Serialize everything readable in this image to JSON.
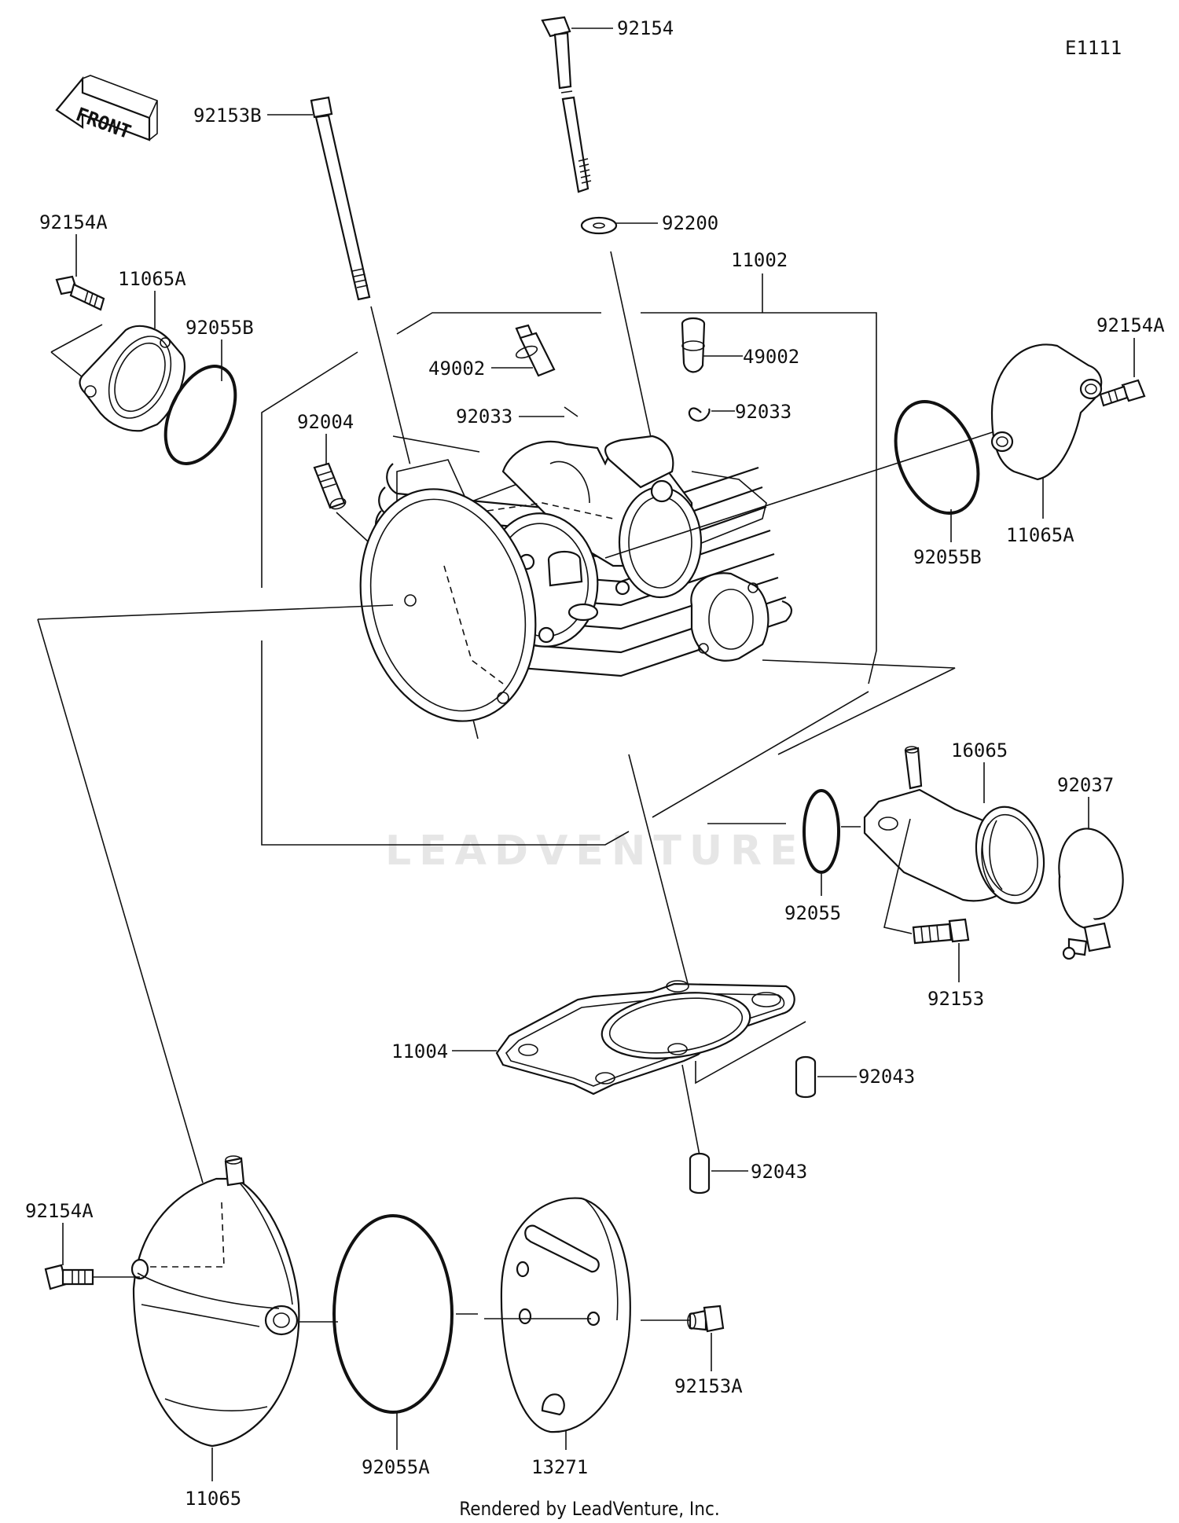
{
  "diagram_id": "E1111",
  "front_label": "FRONT",
  "watermark": "LEADVENTURE",
  "footer": "Rendered by LeadVenture, Inc.",
  "parts": {
    "p92154": "92154",
    "p92153B": "92153B",
    "p92154A_left": "92154A",
    "p11065A_left": "11065A",
    "p92055B_left": "92055B",
    "p92200": "92200",
    "p11002": "11002",
    "p49002_left": "49002",
    "p49002_right": "49002",
    "p92033_left": "92033",
    "p92033_right": "92033",
    "p92004": "92004",
    "p92154A_right": "92154A",
    "p92055B_right": "92055B",
    "p11065A_right": "11065A",
    "p16065": "16065",
    "p92037": "92037",
    "p92055": "92055",
    "p92153": "92153",
    "p11004": "11004",
    "p92043_upper": "92043",
    "p92043_lower": "92043",
    "p92154A_bottom": "92154A",
    "p92153A": "92153A",
    "p11065": "11065",
    "p92055A": "92055A",
    "p13271": "13271"
  }
}
